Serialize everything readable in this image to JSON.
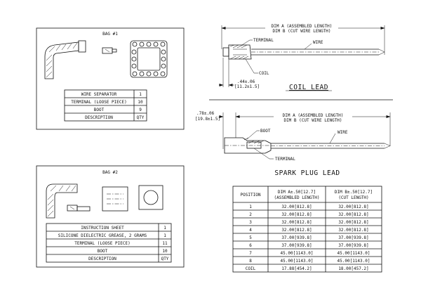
{
  "bag1": {
    "title": "BAG #1",
    "rows": [
      {
        "desc": "WIRE SEPARATOR",
        "qty": "1"
      },
      {
        "desc": "TERMINAL (LOOSE PIECE)",
        "qty": "10"
      },
      {
        "desc": "BOOT",
        "qty": "9"
      },
      {
        "desc": "DESCRIPTION",
        "qty": "QTY"
      }
    ]
  },
  "bag2": {
    "title": "BAG #2",
    "rows": [
      {
        "desc": "INSTRUCTION SHEET",
        "qty": "1"
      },
      {
        "desc": "SILICONE DIELECTRIC GREASE, 2 GRAMS",
        "qty": "1"
      },
      {
        "desc": "TERMINAL (LOOSE PIECE)",
        "qty": "11"
      },
      {
        "desc": "BOOT",
        "qty": "10"
      },
      {
        "desc": "DESCRIPTION",
        "qty": "QTY"
      }
    ]
  },
  "coil_lead": {
    "title": "COIL LEAD",
    "dim_a": "DIM A (ASSEMBLED LENGTH)",
    "dim_b": "DIM B (CUT WIRE LENGTH)",
    "terminal": "TERMINAL",
    "wire": "WIRE",
    "coil": "COIL",
    "dim_small_1": ".44±.06",
    "dim_small_2": "[11.2±1.5]"
  },
  "spark_plug_lead": {
    "title": "SPARK PLUG LEAD",
    "dim_a": "DIM A (ASSEMBLED LENGTH)",
    "dim_b": "DIM B (CUT WIRE LENGTH)",
    "boot": "BOOT",
    "wire": "WIRE",
    "terminal": "TERMINAL",
    "dim_small_1": ".78±.06",
    "dim_small_2": "[19.8±1.5]"
  },
  "length_table": {
    "headers": {
      "position": "POSITION",
      "dim_a_1": "DIM A±.50[12.7]",
      "dim_a_2": "(ASSEMBLED LENGTH)",
      "dim_b_1": "DIM B±.50[12.7]",
      "dim_b_2": "(CUT LENGTH)"
    },
    "rows": [
      {
        "position": "1",
        "dim_a": "32.00[812.8]",
        "dim_b": "32.00[812.8]"
      },
      {
        "position": "2",
        "dim_a": "32.00[812.8]",
        "dim_b": "32.00[812.8]"
      },
      {
        "position": "3",
        "dim_a": "32.00[812.8]",
        "dim_b": "32.00[812.8]"
      },
      {
        "position": "4",
        "dim_a": "32.00[812.8]",
        "dim_b": "32.00[812.8]"
      },
      {
        "position": "5",
        "dim_a": "37.00[939.8]",
        "dim_b": "37.00[939.8]"
      },
      {
        "position": "6",
        "dim_a": "37.00[939.8]",
        "dim_b": "37.00[939.8]"
      },
      {
        "position": "7",
        "dim_a": "45.00[1143.0]",
        "dim_b": "45.00[1143.0]"
      },
      {
        "position": "8",
        "dim_a": "45.00[1143.0]",
        "dim_b": "45.00[1143.0]"
      },
      {
        "position": "COIL",
        "dim_a": "17.88[454.2]",
        "dim_b": "18.00[457.2]"
      }
    ]
  }
}
